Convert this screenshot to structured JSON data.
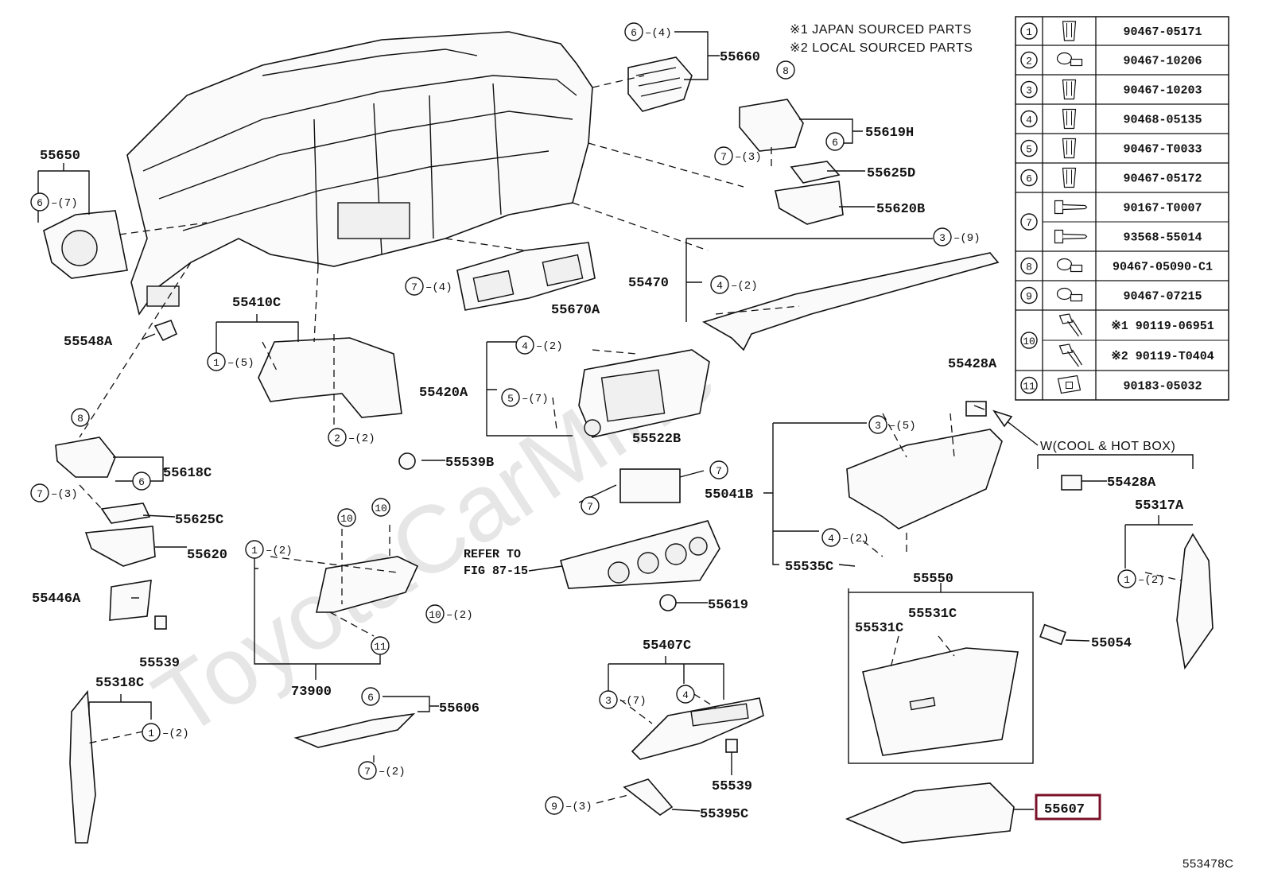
{
  "notes": {
    "japan": "※1  JAPAN SOURCED PARTS",
    "local": "※2  LOCAL SOURCED PARTS"
  },
  "watermark": "ToyotaCarMine",
  "figure_id": "553478C",
  "refer": {
    "line1": "REFER TO",
    "line2": "FIG 87-15"
  },
  "cool_hot_box": "W(COOL & HOT BOX)",
  "highlight_color": "#7a1128",
  "parts": {
    "p55660": "55660",
    "p55619H": "55619H",
    "p55625D": "55625D",
    "p55620B": "55620B",
    "p55650": "55650",
    "p55470": "55470",
    "p55670A": "55670A",
    "p55548A": "55548A",
    "p55410C": "55410C",
    "p55420A": "55420A",
    "p55428A_1": "55428A",
    "p55522B": "55522B",
    "p55041B": "55041B",
    "p55618C": "55618C",
    "p55539B": "55539B",
    "p55625C": "55625C",
    "p55620": "55620",
    "p55446A": "55446A",
    "p55539_1": "55539",
    "p55619": "55619",
    "p55535C": "55535C",
    "p55550": "55550",
    "p55531C_1": "55531C",
    "p55531C_2": "55531C",
    "p55428A_2": "55428A",
    "p55317A": "55317A",
    "p55054": "55054",
    "p73900": "73900",
    "p55318C": "55318C",
    "p55606": "55606",
    "p55407C": "55407C",
    "p55539_2": "55539",
    "p55395C": "55395C",
    "p55607": "55607"
  },
  "callouts": {
    "c6_55660": {
      "num": "6",
      "qty": "(4)"
    },
    "c8_top": {
      "num": "8",
      "qty": ""
    },
    "c6_55619H": {
      "num": "6",
      "qty": ""
    },
    "c7_55619H": {
      "num": "7",
      "qty": "(3)"
    },
    "c6_55650": {
      "num": "6",
      "qty": "(7)"
    },
    "c3_55470": {
      "num": "3",
      "qty": "(9)"
    },
    "c4_55470": {
      "num": "4",
      "qty": "(2)"
    },
    "c7_55670A": {
      "num": "7",
      "qty": "(4)"
    },
    "c1_55410C": {
      "num": "1",
      "qty": "(5)"
    },
    "c2_55410C": {
      "num": "2",
      "qty": "(2)"
    },
    "c4_55420A": {
      "num": "4",
      "qty": "(2)"
    },
    "c5_55420A": {
      "num": "5",
      "qty": "(7)"
    },
    "c7_55522B_a": {
      "num": "7",
      "qty": ""
    },
    "c7_55522B_b": {
      "num": "7",
      "qty": ""
    },
    "c8_55618C": {
      "num": "8",
      "qty": ""
    },
    "c6_55618C": {
      "num": "6",
      "qty": ""
    },
    "c7_55618C": {
      "num": "7",
      "qty": "(3)"
    },
    "c3_55041B": {
      "num": "3",
      "qty": "(5)"
    },
    "c4_55041B": {
      "num": "4",
      "qty": "(2)"
    },
    "c10_a": {
      "num": "10",
      "qty": ""
    },
    "c10_b": {
      "num": "10",
      "qty": ""
    },
    "c1_73900": {
      "num": "1",
      "qty": "(2)"
    },
    "c10_c": {
      "num": "10",
      "qty": "(2)"
    },
    "c11_73900": {
      "num": "11",
      "qty": ""
    },
    "c1_55317A": {
      "num": "1",
      "qty": "(2)"
    },
    "c1_55318C": {
      "num": "1",
      "qty": "(2)"
    },
    "c6_55606": {
      "num": "6",
      "qty": ""
    },
    "c7_55606": {
      "num": "7",
      "qty": "(2)"
    },
    "c3_55407C": {
      "num": "3",
      "qty": "(7)"
    },
    "c4_55407C": {
      "num": "4",
      "qty": ""
    },
    "c9_55395C": {
      "num": "9",
      "qty": "(3)"
    }
  },
  "fastener_table": {
    "rows": [
      {
        "no": "1",
        "icon": "clip-icon",
        "parts": [
          "90467-05171"
        ]
      },
      {
        "no": "2",
        "icon": "push-rivet-icon",
        "parts": [
          "90467-10206"
        ]
      },
      {
        "no": "3",
        "icon": "clip-icon",
        "parts": [
          "90467-10203"
        ]
      },
      {
        "no": "4",
        "icon": "clip-icon",
        "parts": [
          "90468-05135"
        ]
      },
      {
        "no": "5",
        "icon": "clip-icon",
        "parts": [
          "90467-T0033"
        ]
      },
      {
        "no": "6",
        "icon": "clip-icon",
        "parts": [
          "90467-05172"
        ]
      },
      {
        "no": "7",
        "icon": "screw-icon",
        "parts": [
          "90167-T0007",
          "93568-55014"
        ]
      },
      {
        "no": "8",
        "icon": "push-rivet-icon",
        "parts": [
          "90467-05090-C1"
        ]
      },
      {
        "no": "9",
        "icon": "push-rivet-icon",
        "parts": [
          "90467-07215"
        ]
      },
      {
        "no": "10",
        "icon": "bolt-icon",
        "parts": [
          "※1 90119-06951",
          "※2 90119-T0404"
        ]
      },
      {
        "no": "11",
        "icon": "nut-icon",
        "parts": [
          "90183-05032"
        ]
      }
    ]
  }
}
